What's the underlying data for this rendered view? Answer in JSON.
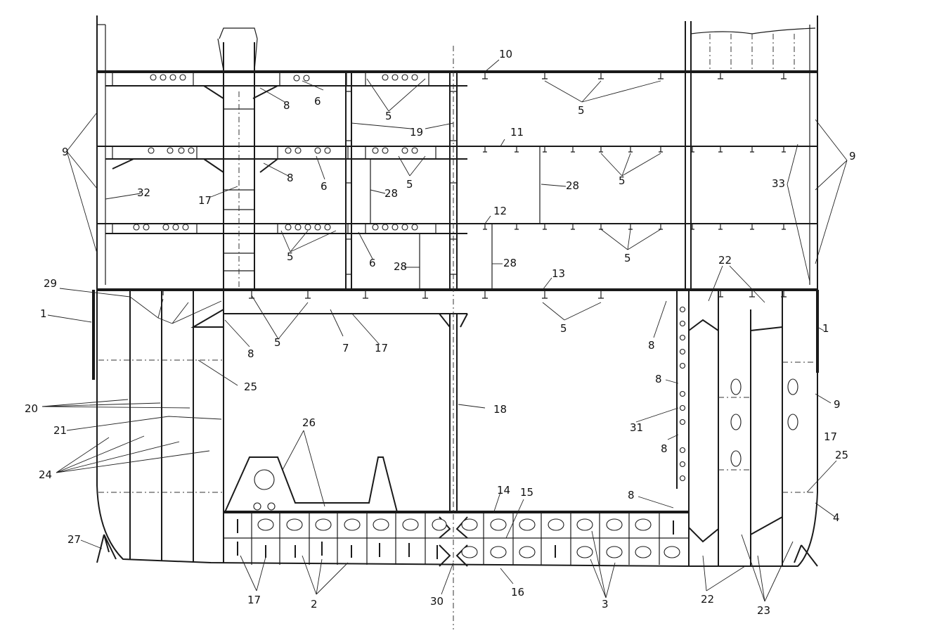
{
  "labels": [
    "1",
    "2",
    "3",
    "4",
    "5",
    "6",
    "7",
    "8",
    "9",
    "10",
    "11",
    "12",
    "13",
    "14",
    "15",
    "16",
    "17",
    "18",
    "19",
    "20",
    "21",
    "22",
    "23",
    "24",
    "25",
    "26",
    "27",
    "28",
    "29",
    "30",
    "31",
    "32",
    "33"
  ]
}
